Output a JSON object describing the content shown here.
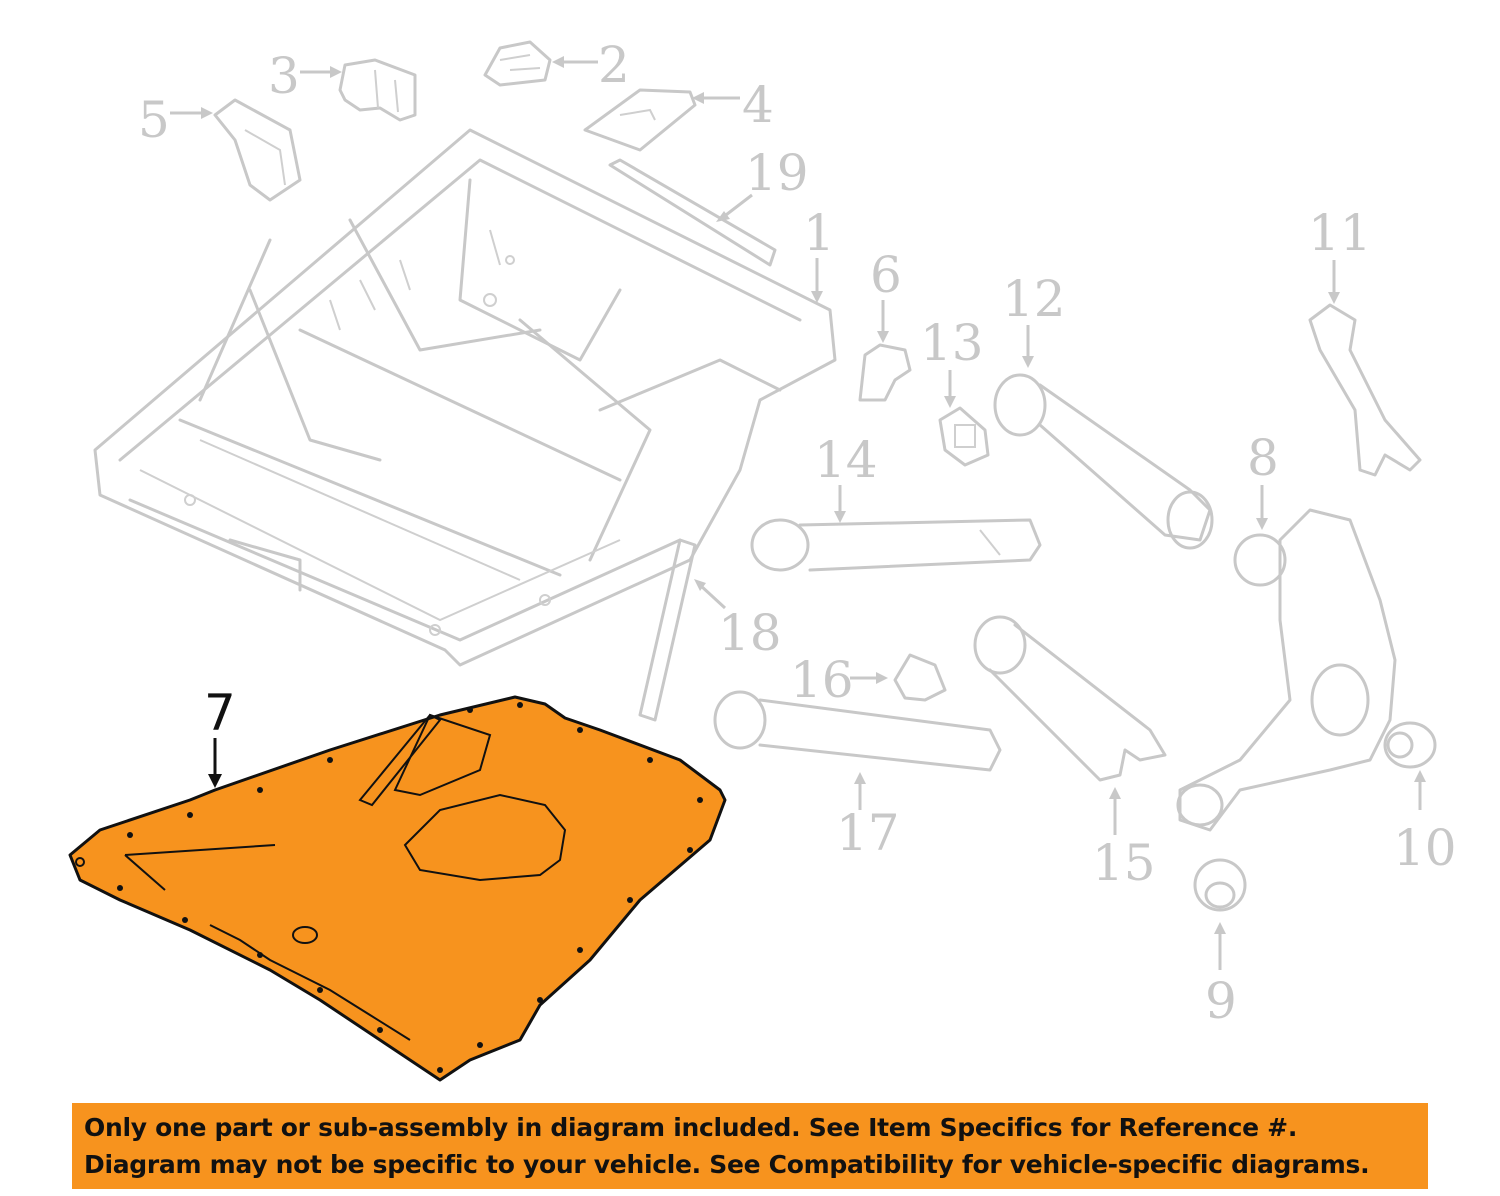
{
  "diagram": {
    "callouts": [
      "1",
      "2",
      "3",
      "4",
      "5",
      "6",
      "7",
      "8",
      "9",
      "10",
      "11",
      "12",
      "13",
      "14",
      "15",
      "16",
      "17",
      "18",
      "19"
    ],
    "highlighted_part": "7",
    "highlight_color": "#f7931e",
    "ghost_color": "#c8c8c8"
  },
  "notice": {
    "line1": "Only one part or sub-assembly in diagram included. See Item Specifics for Reference #.",
    "line2": "Diagram may not be specific to your vehicle. See Compatibility for vehicle-specific diagrams.",
    "background": "#f7931e"
  }
}
